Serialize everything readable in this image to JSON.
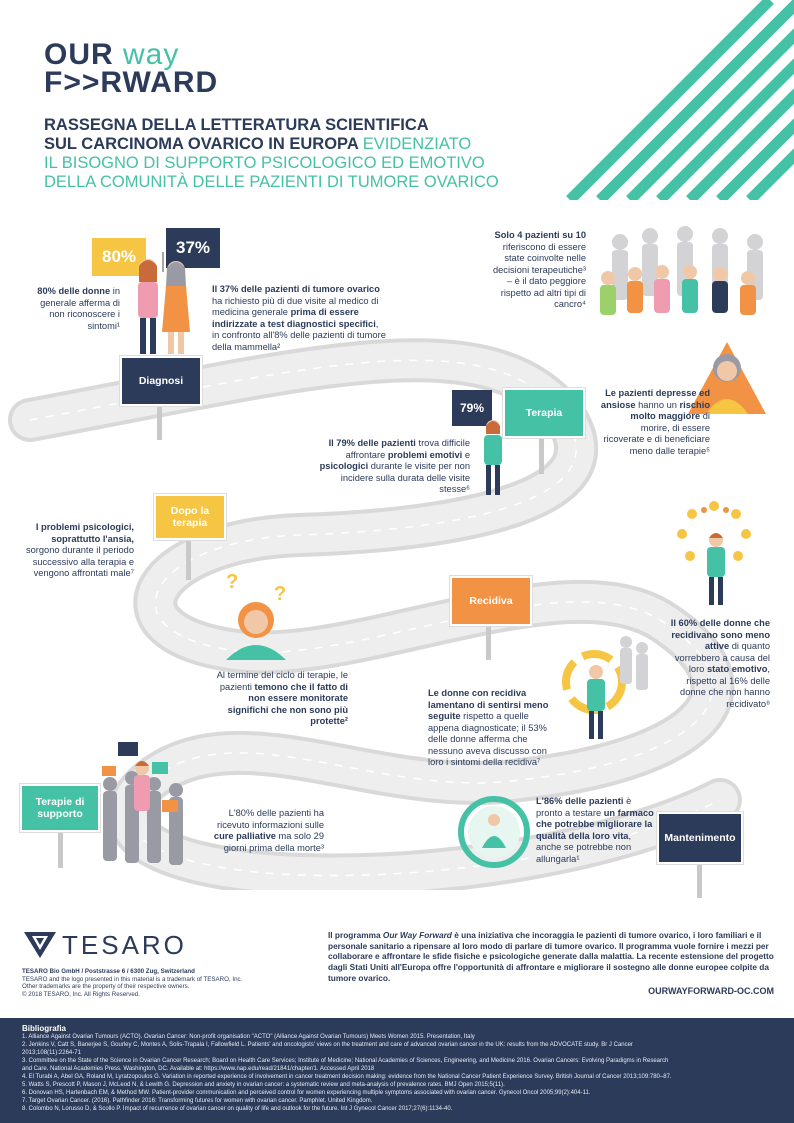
{
  "logo": {
    "our": "OUR",
    "way": "way",
    "forward": "F>>RWARD"
  },
  "title": {
    "line1": "RASSEGNA DELLA LETTERATURA SCIENTIFICA",
    "line2": "SUL CARCINOMA OVARICO IN EUROPA",
    "line2b": "EVIDENZIATO",
    "line3": "IL BISOGNO DI SUPPORTO PSICOLOGICO ED EMOTIVO",
    "line4": "DELLA COMUNITÀ DELLE PAZIENTI DI TUMORE OVARICO"
  },
  "stats": {
    "pct80": "80%",
    "pct37": "37%",
    "pct79": "79%",
    "s80_bold": "80% delle donne",
    "s80_rest": "in generale afferma di non riconoscere i sintomi¹",
    "s37_bold": "Il 37% delle pazienti di tumore ovarico",
    "s37_a": "ha richiesto più di due visite al medico di medicina generale",
    "s37_b": "prima di essere indirizzate a test diagnostici specifici",
    "s37_c": ", in confronto all'8% delle pazienti di tumore della mammella²",
    "s4_bold": "Solo 4 pazienti su 10",
    "s4_rest": "riferiscono di essere state coinvolte nelle decisioni terapeutiche³ – è il dato peggiore rispetto ad altri tipi di cancro⁴",
    "dep_bold": "Le pazienti depresse ed ansiose",
    "dep_a": "hanno un",
    "dep_b": "rischio molto maggiore",
    "dep_c": "di morire, di essere ricoverate e di beneficiare meno dalle terapie⁵",
    "s79_bold": "Il 79% delle pazienti",
    "s79_a": "trova difficile affrontare",
    "s79_b": "problemi emotivi",
    "s79_c": "e",
    "s79_d": "psicologici",
    "s79_e": "durante le visite per non incidere sulla durata delle visite stesse⁶",
    "psy_bold": "I problemi psicologici, soprattutto l'ansia,",
    "psy_rest": "sorgono durante il periodo successivo alla terapia e vengono affrontati male⁷",
    "end_a": "Al termine del ciclo di terapie, le pazienti",
    "end_b": "temono che il fatto di non essere monitorate significhi che non sono più protette²",
    "s60_bold": "Il 60% delle donne che recidivano sono meno attive",
    "s60_a": "di quanto vorrebbero a causa del loro",
    "s60_b": "stato emotivo",
    "s60_c": ", rispetto al 16% delle donne che non hanno recidivato⁸",
    "rec_bold": "Le donne con recidiva lamentano di sentirsi meno seguite",
    "rec_rest": "rispetto a quelle appena diagnosticate; il 53% delle donne afferma che nessuno aveva discusso con loro i sintomi della recidiva⁷",
    "pal_a": "L'80% delle pazienti ha ricevuto informazioni sulle",
    "pal_b": "cure palliative",
    "pal_c": "ma solo 29 giorni prima della morte³",
    "s86_bold": "L'86% delle pazienti",
    "s86_a": "è pronto a testare",
    "s86_b": "un farmaco che potrebbe migliorare la qualità della loro vita",
    "s86_c": ", anche se potrebbe non allungarla¹"
  },
  "signs": {
    "diagnosi": "Diagnosi",
    "terapia": "Terapia",
    "dopo": "Dopo la terapia",
    "recidiva": "Recidiva",
    "supporto": "Terapie di supporto",
    "mantenimento": "Mantenimento"
  },
  "program": {
    "a": "Il programma",
    "name": "Our Way Forward",
    "b": "è una iniziativa che incoraggia le pazienti di tumore ovarico, i loro familiari e il personale sanitario a ripensare al loro modo di parlare di tumore ovarico. Il programma vuole fornire i mezzi per collaborare e affrontare le sfide fisiche e psicologiche generate dalla malattia. La recente estensione del progetto dagli Stati Uniti all'Europa offre l'opportunità di affrontare e migliorare il sostegno alle donne europee colpite da tumore ovarico.",
    "url": "OURWAYFORWARD-OC.COM"
  },
  "tesaro": {
    "name": "TESARO",
    "line1": "TESARO Bio GmbH / Poststrasse 6 / 6300 Zug, Switzerland",
    "line2": "TESARO and the logo presented in this material is a trademark of TESARO, Inc.",
    "line3": "Other trademarks are the property of their respective owners.",
    "line4": "© 2018 TESARO, Inc. All Rights Reserved."
  },
  "bibliography": {
    "title": "Bibliografia",
    "items": [
      "1.  Alliance Against Ovarian Tumours (ACTO). Ovarian Cancer: Non-profit organisation \"ACTO\" (Alliance Against Ovarian Tumours) Meets Women 2015. Presentation, Italy",
      "2.  Jenkins V, Catt S, Banerjee S, Gourley C, Montes A, Solis-Trapala I, Fallowfield L. Patients' and oncologists' views on the treatment and care of advanced ovarian cancer in the UK: results from the ADVOCATE study. Br J Cancer",
      "     2013;108(11):2264-71",
      "3.  Committee on the State of the Science in Ovarian Cancer Research; Board on Health Care Services; Institute of Medicine; National Academies of Sciences, Engineering, and Medicine 2016. Ovarian Cancers: Evolving Paradigms in Research",
      "     and Care. National Academies Press. Washington, DC. Available at: https://www.nap.edu/read/21841/chapter/1. Accessed April 2018",
      "4.  El Turabi A, Abel GA, Roland M, Lyratzopoulos G. Variation in reported experience of involvement in cancer treatment decision making: evidence from the National Cancer Patient Experience Survey. British Journal of Cancer 2013;109:780–87.",
      "5.  Watts S, Prescott P, Mason J, McLeod N, & Lewith G. Depression and anxiety in ovarian cancer: a systematic review and meta-analysis of prevalence rates. BMJ Open 2015;5(11).",
      "6.  Donovan HS, Hartenbach EM, & Method MW. Patient-provider communication and perceived control for women experiencing multiple symptoms associated with ovarian cancer. Gynecol Oncol 2005;99(2):404-11.",
      "7.  Target Ovarian Cancer. (2016). Pathfinder 2016: Transforming futures for women with ovarian cancer. Pamphlet. United Kingdom.",
      "8.  Colombo N, Lorusso D, & Scollo P. Impact of recurrence of ovarian cancer on quality of life and outlook for the future. Int J Gynecol Cancer 2017;27(6):1134-40."
    ]
  },
  "colors": {
    "navy": "#2c3b5a",
    "teal": "#45c1a5",
    "yellow": "#f6c543",
    "orange": "#f29245",
    "road": "#ececec"
  }
}
